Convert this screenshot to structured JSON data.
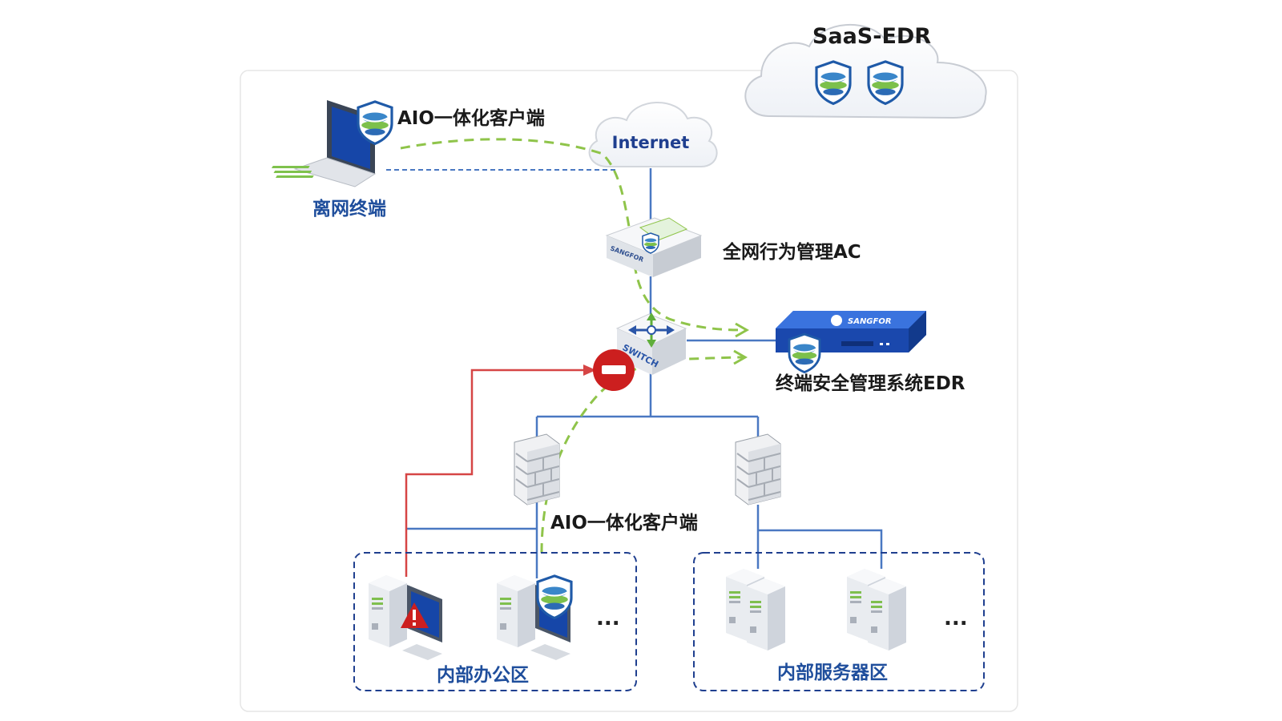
{
  "labels": {
    "saas": "SaaS-EDR",
    "internet": "Internet",
    "aio_top": "AIO一体化客户端",
    "offline": "离网终端",
    "ac": "全网行为管理AC",
    "edr": "终端安全管理系统EDR",
    "aio_mid": "AIO一体化客户端",
    "office": "内部办公区",
    "servers": "内部服务器区",
    "ellipsis": "...",
    "brand": "SANGFOR",
    "switch": "SWITCH"
  },
  "colors": {
    "link_blue": "#4a78c2",
    "attack_red": "#d64545",
    "flow_green": "#8fc44a",
    "label_blue": "#1f4e9c",
    "edr_blue": "#1e4fb8",
    "block_red": "#cc1f1f"
  },
  "icons": [
    "laptop-icon",
    "edr-shield-icon",
    "firewall-icon",
    "server-icon",
    "pc-icon",
    "warning-icon",
    "block-icon",
    "switch-icon",
    "cloud-icon"
  ]
}
